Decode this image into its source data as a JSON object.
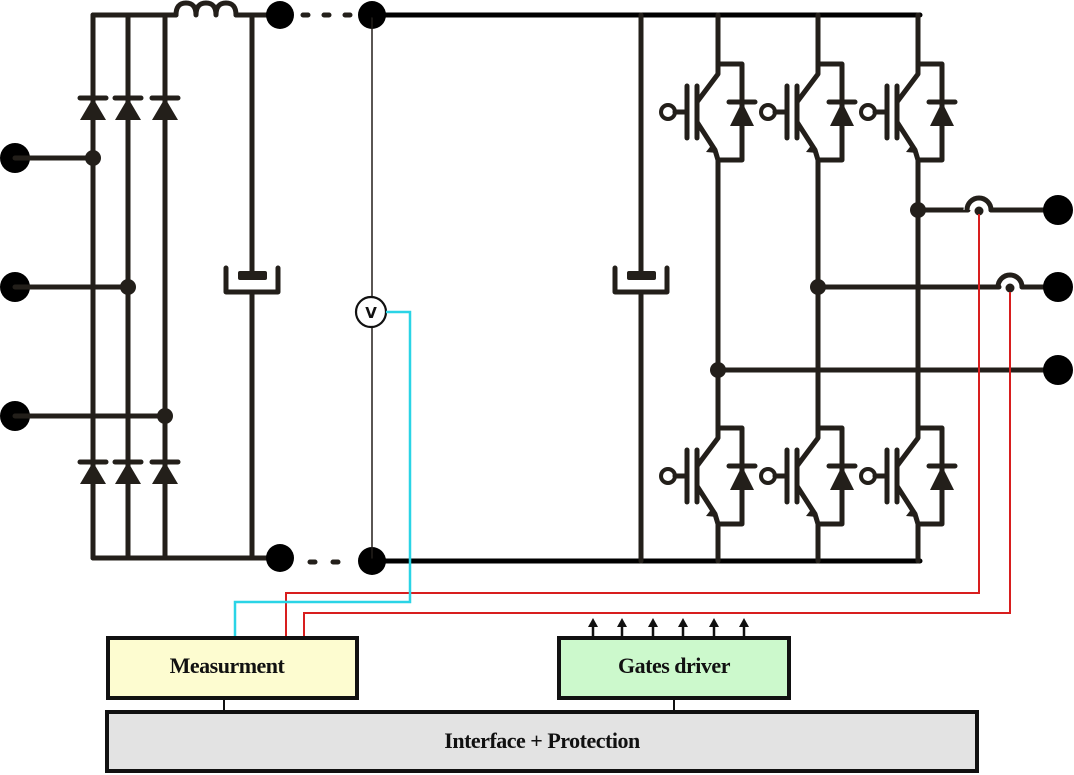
{
  "diagram": {
    "type": "power-electronics-schematic",
    "description": "Three-phase diode rectifier with LC filter, DC link, voltage measurement and three-phase IGBT inverter with control blocks",
    "blocks": {
      "measurement": {
        "label": "Measurment",
        "fill": "#fdfcd0"
      },
      "gates_driver": {
        "label": "Gates driver",
        "fill": "#ccf9cc"
      },
      "interface": {
        "label": "Interface + Protection",
        "fill": "#e3e3e3"
      }
    },
    "voltmeter": {
      "symbol": "V"
    },
    "components": {
      "ac_input_terminals": 3,
      "rectifier_diodes": 6,
      "inductor": 1,
      "dc_capacitors": 2,
      "igbt_switches": 6,
      "ac_output_terminals": 3,
      "current_sensors": 2,
      "gate_signal_arrows": 6
    },
    "signal_colors": {
      "voltage_signal": "#2ad4e6",
      "current_signal": "#d81e1e",
      "power_wire": "#231f1a"
    }
  }
}
